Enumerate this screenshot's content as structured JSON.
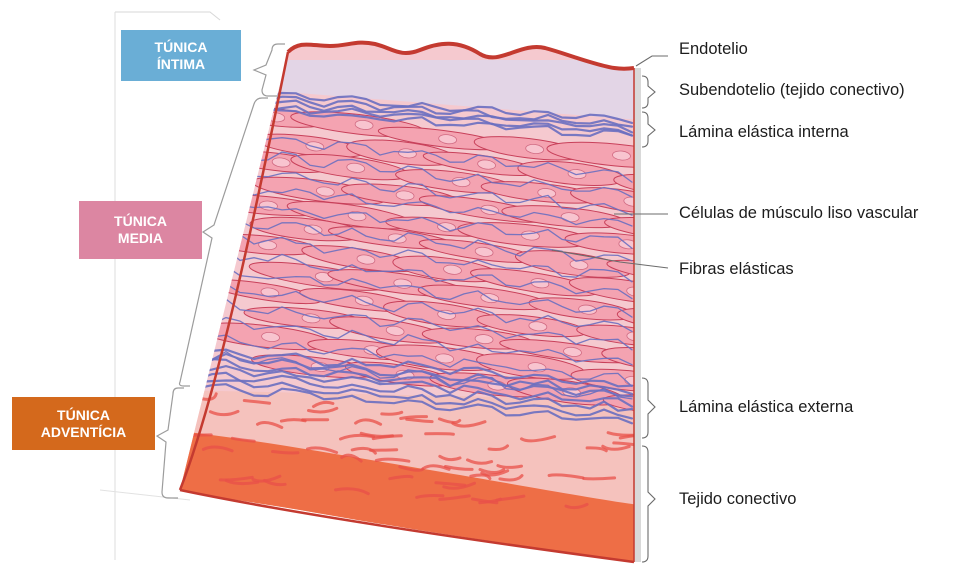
{
  "colors": {
    "intima": "#6aaed6",
    "media": "#dc86a2",
    "adventicia": "#d4691c",
    "muscle_cell": "#f4a3b1",
    "nucleus": "#f8c4cf",
    "elastic_fiber": "#6a6fc0",
    "endothelium": "#c43a30",
    "connective_tissue": "#e8504a",
    "connective_bg": "#f5c2bd",
    "adventitia_base": "#ee6e46"
  },
  "tunics": [
    {
      "id": "intima",
      "label": "TÚNICA\nÍNTIMA"
    },
    {
      "id": "media",
      "label": "TÚNICA\nMEDIA"
    },
    {
      "id": "adventicia",
      "label": "TÚNICA\nADVENTÍCIA"
    }
  ],
  "labels": [
    {
      "id": "endotelio",
      "text": "Endotelio"
    },
    {
      "id": "subendotelio",
      "text": "Subendotelio (tejido conectivo)"
    },
    {
      "id": "lamina-interna",
      "text": "Lámina elástica interna"
    },
    {
      "id": "celulas-musculo",
      "text": "Células de músculo liso vascular"
    },
    {
      "id": "fibras",
      "text": "Fibras elásticas"
    },
    {
      "id": "lamina-externa",
      "text": "Lámina elástica externa"
    },
    {
      "id": "tejido-conectivo",
      "text": "Tejido conectivo"
    }
  ]
}
